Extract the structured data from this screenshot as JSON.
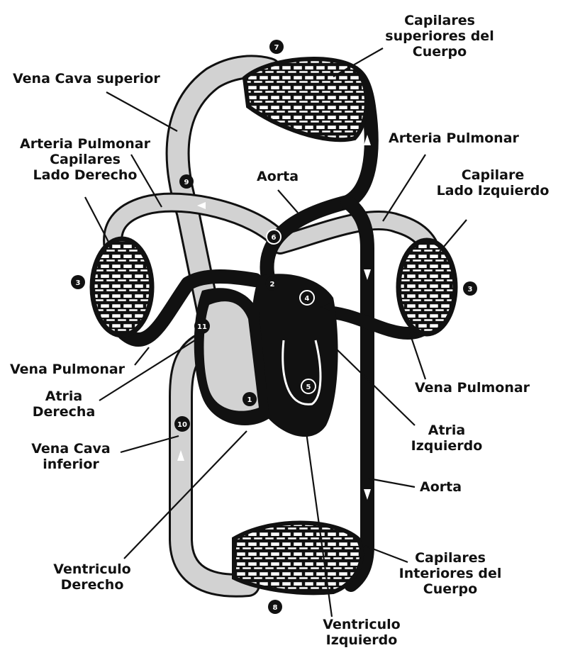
{
  "labels": {
    "capilares_superiores": [
      "Capilares",
      "superiores del",
      "Cuerpo"
    ],
    "vena_cava_superior": "Vena Cava superior",
    "arteria_pulmonar_capilares_derecho": [
      "Arteria Pulmonar",
      "Capilares",
      "Lado Derecho"
    ],
    "arteria_pulmonar_right": "Arteria Pulmonar",
    "aorta_top": "Aorta",
    "capilare_lado_izquierdo": [
      "Capilare",
      "Lado Izquierdo"
    ],
    "vena_pulmonar_left": "Vena Pulmonar",
    "atria_derecha": [
      "Atria",
      "Derecha"
    ],
    "vena_pulmonar_right": "Vena Pulmonar",
    "atria_izquierdo": [
      "Atria",
      "Izquierdo"
    ],
    "vena_cava_inferior": [
      "Vena Cava",
      "inferior"
    ],
    "aorta_bottom": "Aorta",
    "capilares_inferiores": [
      "Capilares",
      "Interiores del",
      "Cuerpo"
    ],
    "ventriculo_derecho": [
      "Ventriculo",
      "Derecho"
    ],
    "ventriculo_izquierdo": [
      "Ventriculo",
      "Izquierdo"
    ]
  },
  "markers": [
    "1",
    "2",
    "3",
    "3",
    "4",
    "5",
    "6",
    "7",
    "8",
    "9",
    "10",
    "11"
  ],
  "colors": {
    "ink": "#111111",
    "deoxygenated_vessel": "#d2d2d2",
    "oxygenated_vessel": "#111111",
    "background": "#ffffff"
  }
}
